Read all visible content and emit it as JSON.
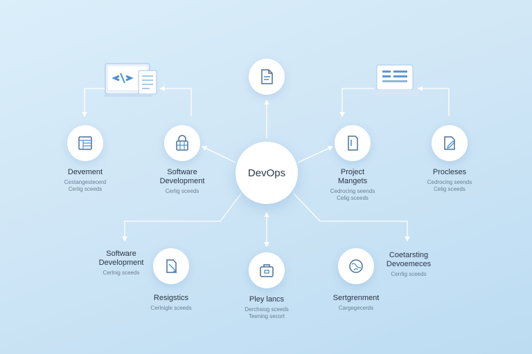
{
  "hub": {
    "label": "DevOps"
  },
  "nodes": [
    {
      "title": "Devement",
      "sub": "Cestangestecerd|Cerlig sceeds",
      "icon": "document-grid-icon"
    },
    {
      "title": "Software|Development",
      "sub": "Cerlig sceeds",
      "icon": "lock-grid-icon"
    },
    {
      "title": "Project|Mangets",
      "sub": "Cedrocing seends|Celig sceeds",
      "icon": "file-icon"
    },
    {
      "title": "Procleses",
      "sub": "Cedrocing seends|Celig sceeds",
      "icon": "edit-file-icon"
    },
    {
      "title": "Software|Development",
      "sub": "Cerlnig sceeds",
      "icon": "pen-document-icon"
    },
    {
      "title": "Resigstics",
      "sub": "Cerlnigle sceeds",
      "icon": ""
    },
    {
      "title": "Pley lancs",
      "sub": "Derchsiog sceeds|Teening secort",
      "icon": "briefcase-icon"
    },
    {
      "title": "Sertgrenment",
      "sub": "Cargegecerds",
      "icon": "globe-icon"
    },
    {
      "title": "Coetarsting|Devoemeces",
      "sub": "Cerrlig sceeds",
      "icon": ""
    },
    {
      "title": "",
      "sub": "",
      "icon": "window-icon"
    }
  ],
  "colors": {
    "accent": "#4a8fce",
    "line": "#ffffff",
    "text": "#273444"
  }
}
